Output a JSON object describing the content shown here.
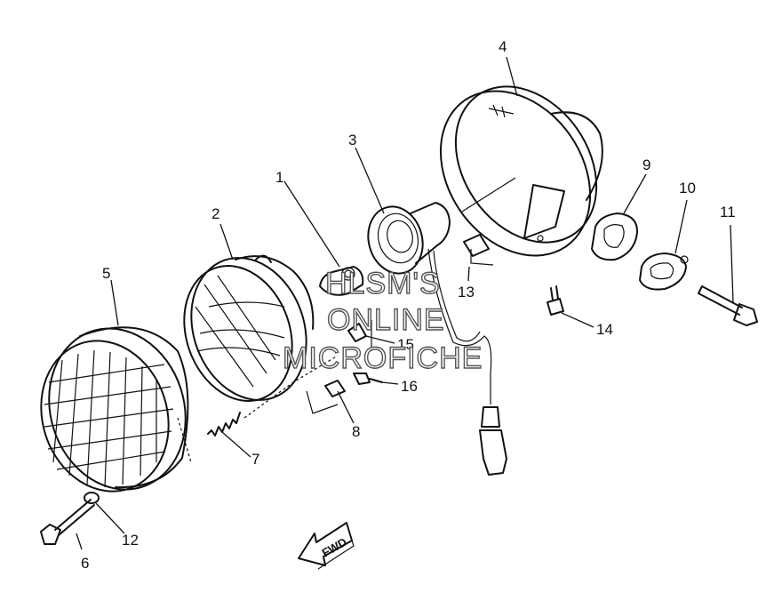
{
  "callouts": [
    {
      "id": "1",
      "label": "1"
    },
    {
      "id": "2",
      "label": "2"
    },
    {
      "id": "3",
      "label": "3"
    },
    {
      "id": "4",
      "label": "4"
    },
    {
      "id": "5",
      "label": "5"
    },
    {
      "id": "6",
      "label": "6"
    },
    {
      "id": "7",
      "label": "7"
    },
    {
      "id": "8",
      "label": "8"
    },
    {
      "id": "9",
      "label": "9"
    },
    {
      "id": "10",
      "label": "10"
    },
    {
      "id": "11",
      "label": "11"
    },
    {
      "id": "12",
      "label": "12"
    },
    {
      "id": "13",
      "label": "13"
    },
    {
      "id": "14",
      "label": "14"
    },
    {
      "id": "15",
      "label": "15"
    },
    {
      "id": "16",
      "label": "16"
    }
  ],
  "watermark": {
    "line1": "HLSM'S",
    "line2": "ONLINE",
    "line3": "MICROFICHE"
  },
  "direction_arrow": {
    "label": "FWD"
  }
}
